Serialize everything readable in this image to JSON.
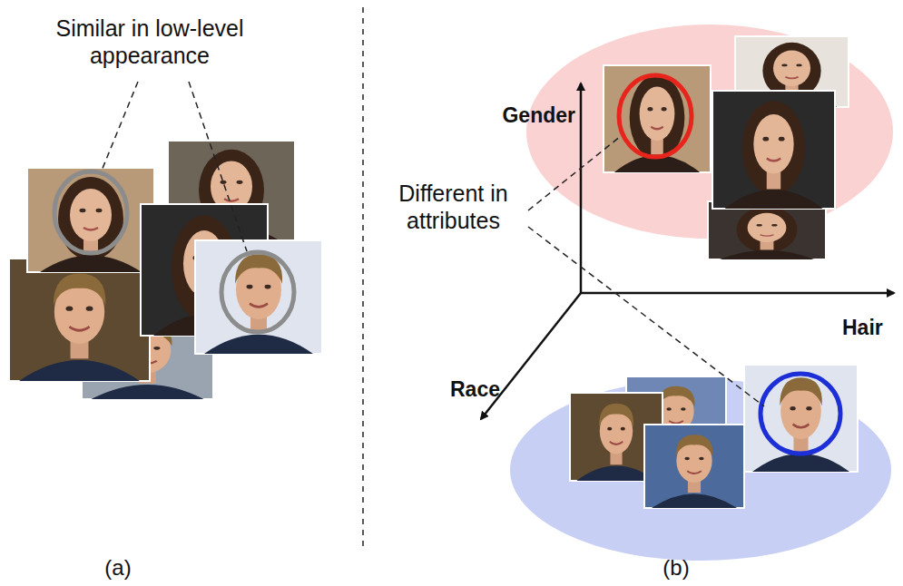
{
  "diagram": {
    "labels": [
      "Similar in low-level appearance",
      "Gender",
      "Different in attributes",
      "Hair",
      "Race",
      "(a)",
      "(b)"
    ]
  }
}
